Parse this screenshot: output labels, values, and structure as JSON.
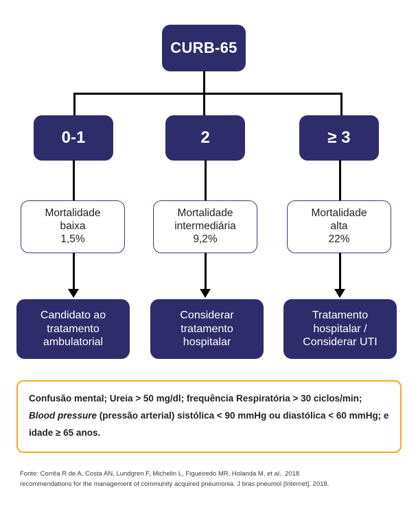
{
  "diagram": {
    "root": {
      "label": "CURB-65"
    },
    "branches": [
      {
        "score": "0-1",
        "mortality": {
          "line1": "Mortalidade",
          "line2": "baixa",
          "line3": "1,5%"
        },
        "treatment": {
          "line1": "Candidato ao",
          "line2": "tratamento",
          "line3": "ambulatorial"
        }
      },
      {
        "score": "2",
        "mortality": {
          "line1": "Mortalidade",
          "line2": "intermediária",
          "line3": "9,2%"
        },
        "treatment": {
          "line1": "Considerar",
          "line2": "tratamento",
          "line3": "hospitalar"
        }
      },
      {
        "score": "≥ 3",
        "mortality": {
          "line1": "Mortalidade",
          "line2": "alta",
          "line3": "22%"
        },
        "treatment": {
          "line1": "Tratamento",
          "line2": "hospitalar /",
          "line3": "Considerar UTI"
        }
      }
    ]
  },
  "criteria": {
    "part1": "Confusão mental; Ureia > 50 mg/dl; frequência Respiratória > 30 ciclos/min; ",
    "emphasis": "Blood pressure",
    "part2": " (pressão arterial) sistólica < 90 mmHg ou diastólica < 60 mmHg; e idade ≥ 65 anos."
  },
  "source": {
    "line1": "Fonte: Corrêa R de A, Costa AN, Lundgren F, Michelin L, Figueiredo MR, Holanda M, et al.. 2018",
    "line2": "recommendations for the management of community acquired pneumonia. J bras pneumol [Internet]. 2018."
  },
  "colors": {
    "navy": "#2e2c6b",
    "outline_border": "#3b3785",
    "orange": "#f7a91d",
    "connector": "#000000",
    "background": "#ffffff"
  }
}
